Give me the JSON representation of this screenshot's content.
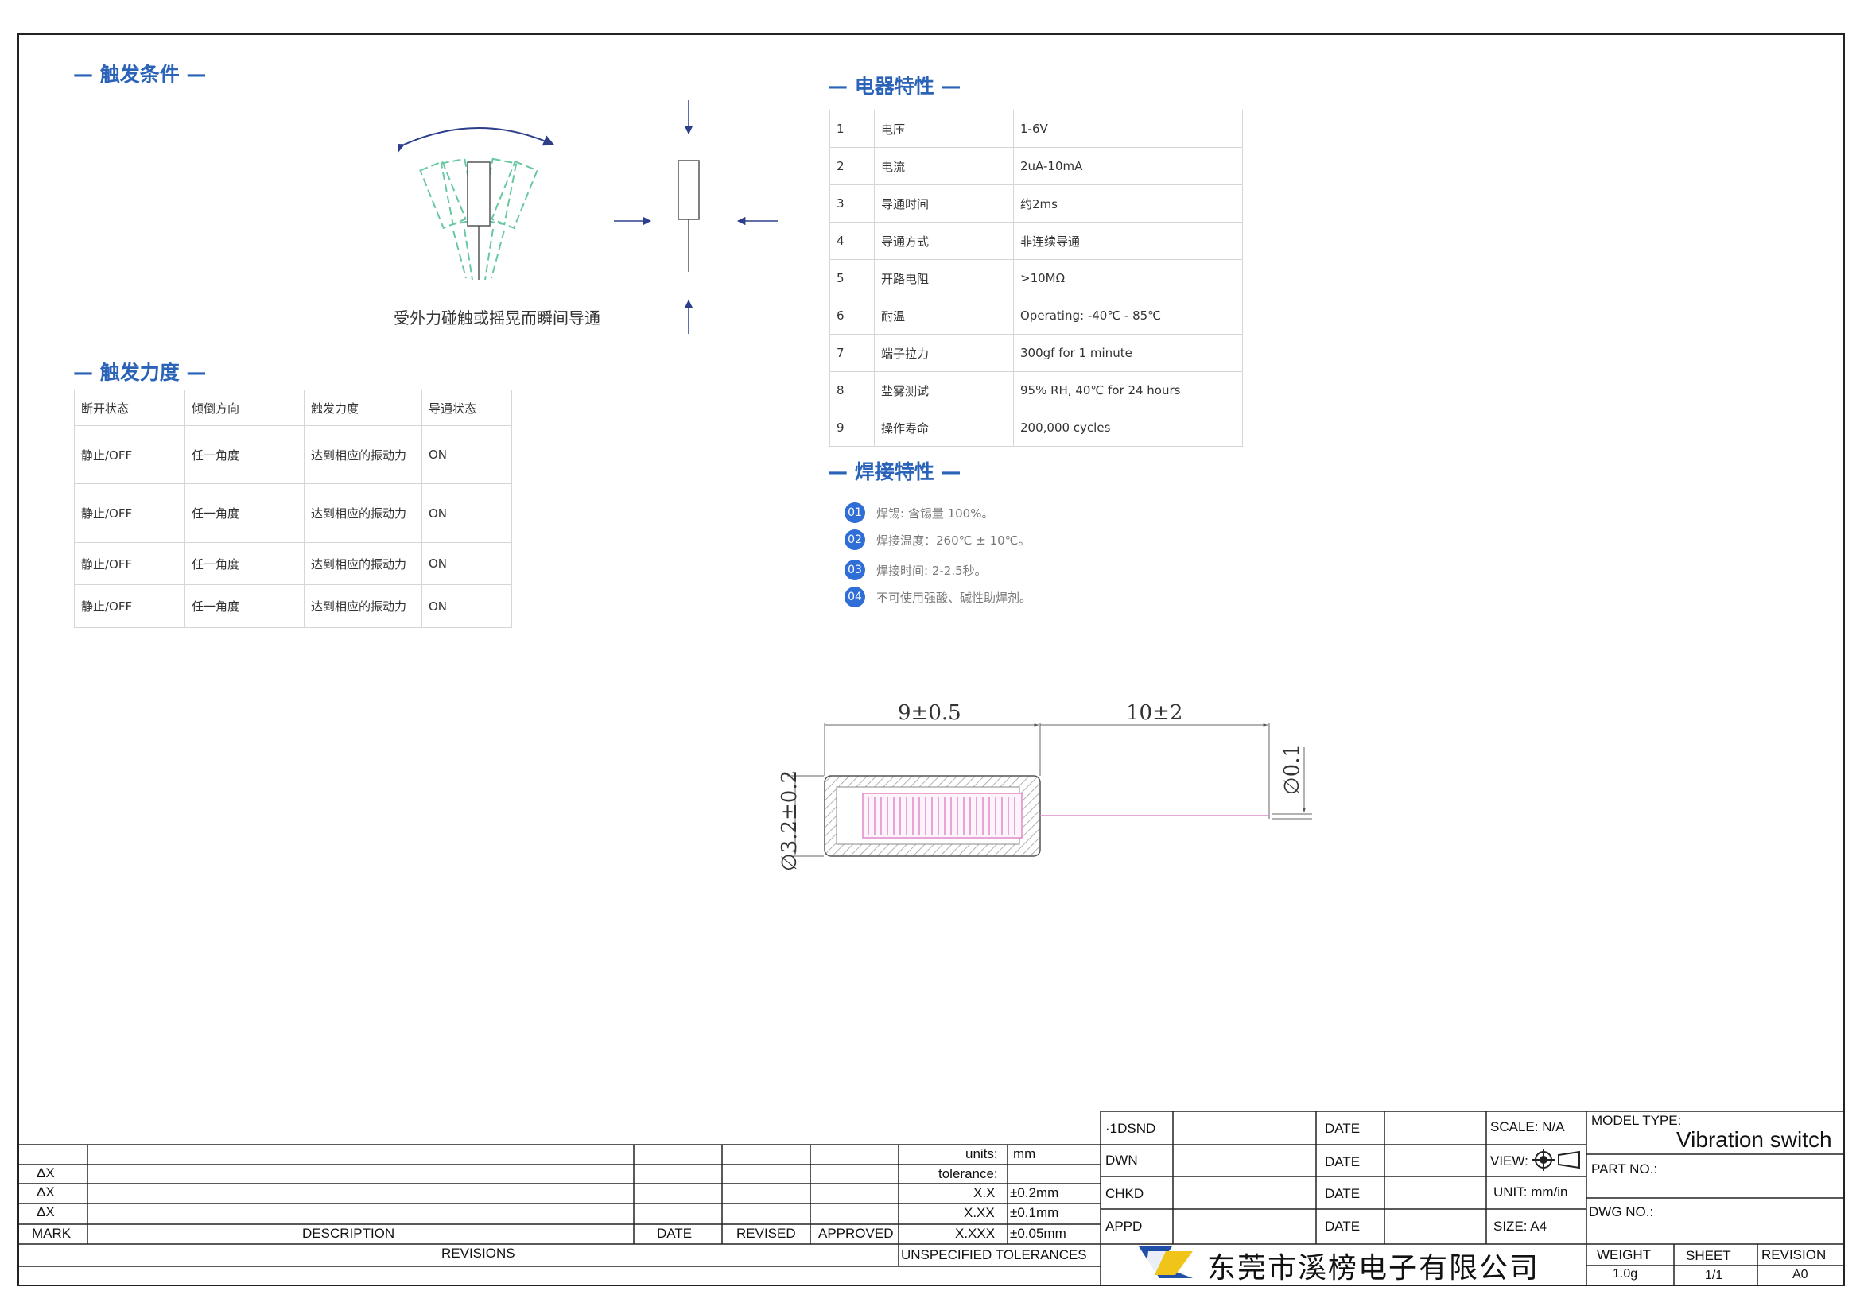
{
  "trigger": {
    "title": "— 触发条件 —",
    "caption": "受外力碰触或摇晃而瞬间导通"
  },
  "force": {
    "title": "— 触发力度 —",
    "headers": [
      "断开状态",
      "倾倒方向",
      "触发力度",
      "导通状态"
    ],
    "rows": [
      [
        "静止/OFF",
        "任一角度",
        "达到相应的振动力",
        "ON"
      ],
      [
        "静止/OFF",
        "任一角度",
        "达到相应的振动力",
        "ON"
      ],
      [
        "静止/OFF",
        "任一角度",
        "达到相应的振动力",
        "ON"
      ],
      [
        "静止/OFF",
        "任一角度",
        "达到相应的振动力",
        "ON"
      ]
    ]
  },
  "electrical": {
    "title": "— 电器特性 —",
    "rows": [
      [
        "1",
        "电压",
        "1-6V"
      ],
      [
        "2",
        "电流",
        "2uA-10mA"
      ],
      [
        "3",
        "导通时间",
        "约2ms"
      ],
      [
        "4",
        "导通方式",
        "非连续导通"
      ],
      [
        "5",
        "开路电阻",
        ">10MΩ"
      ],
      [
        "6",
        "耐温",
        "Operating: -40℃ - 85℃"
      ],
      [
        "7",
        "端子拉力",
        "300gf for 1 minute"
      ],
      [
        "8",
        "盐雾测试",
        "95% RH, 40℃ for 24 hours"
      ],
      [
        "9",
        "操作寿命",
        "200,000 cycles"
      ]
    ]
  },
  "welding": {
    "title": "— 焊接特性 —",
    "items": [
      {
        "num": "01",
        "text": "焊锡: 含锡量 100%。"
      },
      {
        "num": "02",
        "text": "焊接温度：260℃ ± 10℃。"
      },
      {
        "num": "03",
        "text": "焊接时间: 2-2.5秒。"
      },
      {
        "num": "04",
        "text": "不可使用强酸、碱性助焊剂。"
      }
    ]
  },
  "drawing": {
    "dim_body_length": "9±0.5",
    "dim_lead_length": "10±2",
    "dim_lead_dia": "∅0.1",
    "dim_body_dia": "∅3.2±0.2"
  },
  "title_block": {
    "units_label": "units:",
    "units_value": "mm",
    "tolerance_label": "tolerance:",
    "tol_rows": [
      {
        "label": "X.X",
        "value": "±0.2mm"
      },
      {
        "label": "X.XX",
        "value": "±0.1mm"
      },
      {
        "label": "X.XXX",
        "value": "±0.05mm"
      }
    ],
    "unspecified": "UNSPECIFIED TOLERANCES",
    "delta_rows": [
      "ΔX",
      "ΔX",
      "ΔX"
    ],
    "mark": "MARK",
    "description": "DESCRIPTION",
    "date": "DATE",
    "revised": "REVISED",
    "approved": "APPROVED",
    "revisions": "REVISIONS",
    "sign_rows": [
      "·1DSND",
      "DWN",
      "CHKD",
      "APPD"
    ],
    "date_label": "DATE",
    "scale": "SCALE: N/A",
    "view": "VIEW:",
    "unit": "UNIT: mm/in",
    "size": "SIZE: A4",
    "model_type_label": "MODEL TYPE:",
    "model_type_value": "Vibration switch",
    "part_no": "PART NO.:",
    "dwg_no": "DWG NO.:",
    "weight_label": "WEIGHT",
    "weight_value": "1.0g",
    "sheet_label": "SHEET",
    "sheet_value": "1/1",
    "revision_label": "REVISION",
    "revision_value": "A0",
    "company": "东莞市溪榜电子有限公司",
    "colors": {
      "accent": "#2a63b8",
      "badge": "#2f6ed6",
      "coil": "#e089c8",
      "switch_green": "#66c9a0"
    }
  }
}
